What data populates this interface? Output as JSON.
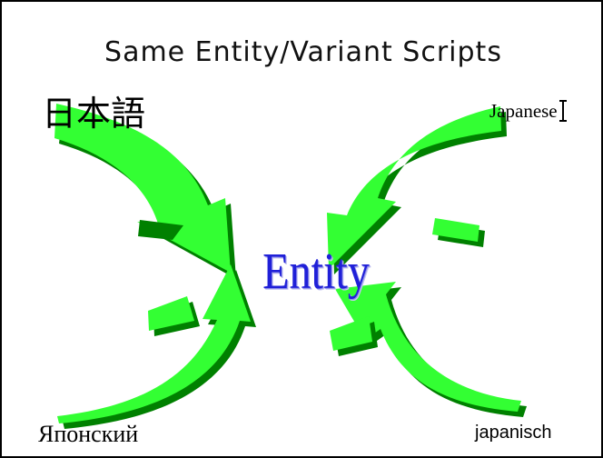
{
  "title": "Same Entity/Variant Scripts",
  "center_label": "Entity",
  "labels": {
    "japanese_native": "日本語",
    "english": "Japanese",
    "russian": "Японский",
    "german": "japanisch"
  },
  "colors": {
    "arrow_fill": "#33ff33",
    "arrow_shadow": "#008000",
    "center_text": "#2020d8"
  }
}
